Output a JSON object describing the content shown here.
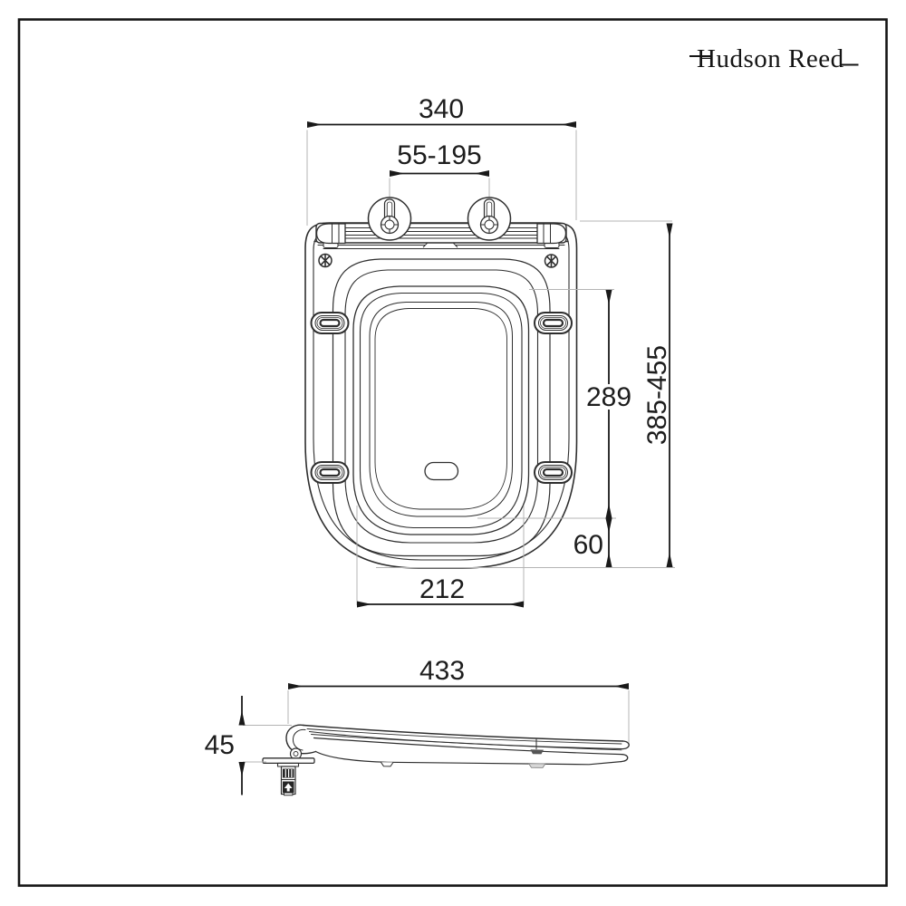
{
  "brand": {
    "logo_text": "Hudson Reed"
  },
  "top_view": {
    "dimensions": {
      "overall_width": "340",
      "hinge_spacing": "55-195",
      "opening_length": "289",
      "length_range": "385-455",
      "front_section": "60",
      "front_width": "212"
    }
  },
  "side_view": {
    "dimensions": {
      "overall_depth": "433",
      "profile_height": "45"
    }
  },
  "style": {
    "background": "#ffffff",
    "frame_border": "#141414",
    "drawing_line": "#2e2e2e",
    "extension_line": "#b4b4b4",
    "dimension_color": "#1a1a1a"
  }
}
